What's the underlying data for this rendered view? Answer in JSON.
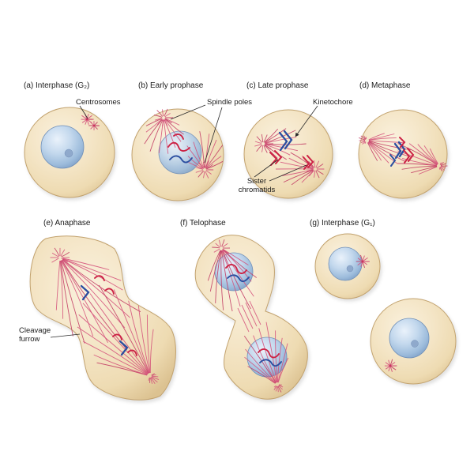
{
  "panels": [
    {
      "id": "a",
      "label": "(a) Interphase (G₂)"
    },
    {
      "id": "b",
      "label": "(b) Early prophase"
    },
    {
      "id": "c",
      "label": "(c) Late prophase"
    },
    {
      "id": "d",
      "label": "(d) Metaphase"
    },
    {
      "id": "e",
      "label": "(e) Anaphase"
    },
    {
      "id": "f",
      "label": "(f) Telophase"
    },
    {
      "id": "g",
      "label": "(g) Interphase (G₁)"
    }
  ],
  "annotations": [
    {
      "id": "centrosomes",
      "text": "Centrosomes"
    },
    {
      "id": "spindle-poles",
      "text": "Spindle poles"
    },
    {
      "id": "kinetochore",
      "text": "Kinetochore"
    },
    {
      "id": "sister-chromatids",
      "text": "Sister chromatids"
    },
    {
      "id": "cleavage-furrow",
      "text": "Cleavage furrow"
    }
  ],
  "colors": {
    "cell": "#f2e3c2",
    "cell_edge": "#c2a26e",
    "nucleus": "#a9c4e2",
    "spindle_fiber": "#d4507a",
    "chromosome_red": "#cc2244",
    "chromosome_blue": "#2b4ea0",
    "background": "#ffffff"
  }
}
